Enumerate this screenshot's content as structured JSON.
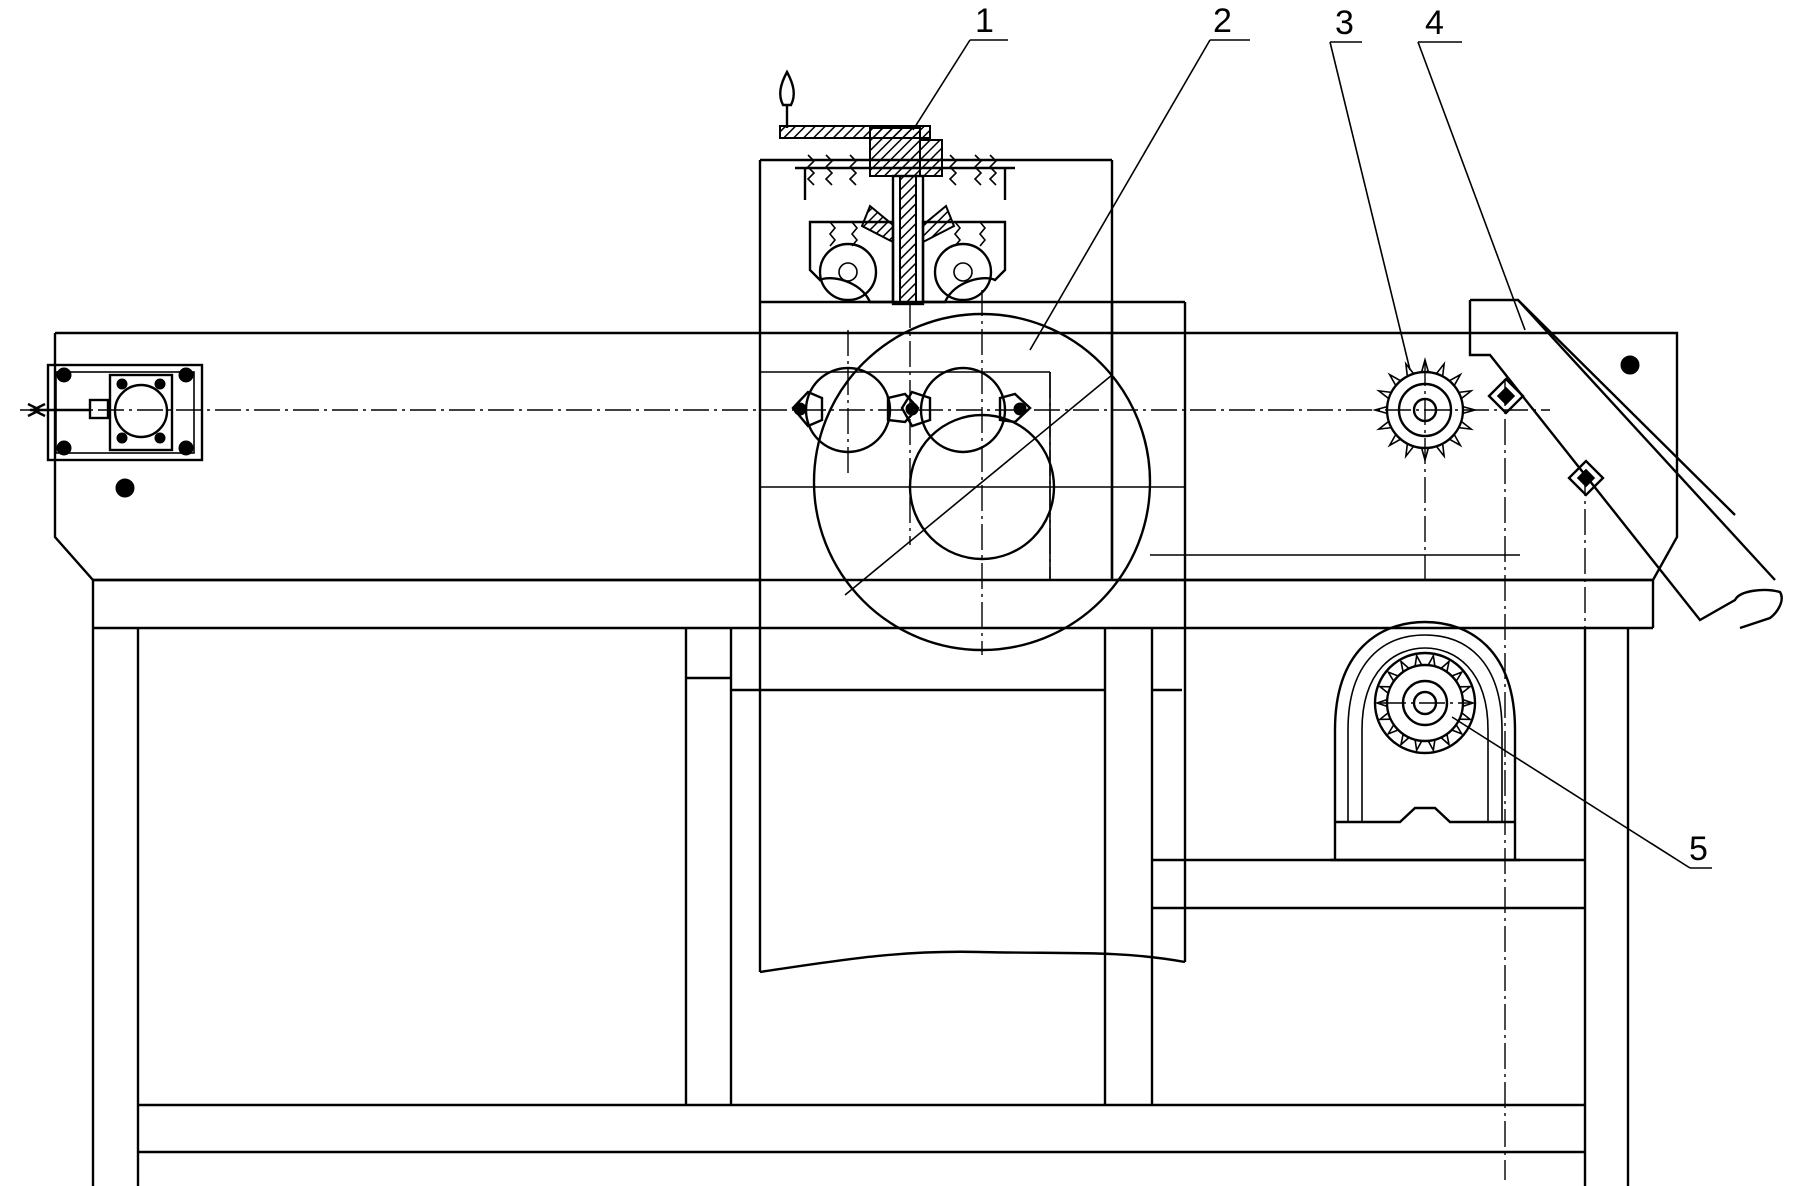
{
  "callouts": [
    {
      "id": "1",
      "text": "1"
    },
    {
      "id": "2",
      "text": "2"
    },
    {
      "id": "3",
      "text": "3"
    },
    {
      "id": "4",
      "text": "4"
    },
    {
      "id": "5",
      "text": "5"
    }
  ],
  "colors": {
    "ink": "#000000",
    "paper": "#ffffff"
  },
  "parts": [
    {
      "callout": "1",
      "icon": "adjusting-handwheel-icon"
    },
    {
      "callout": "2",
      "icon": "large-roller-icon"
    },
    {
      "callout": "3",
      "icon": "sprocket-icon"
    },
    {
      "callout": "4",
      "icon": "discharge-chute-icon"
    },
    {
      "callout": "5",
      "icon": "motor-reducer-sprocket-icon"
    }
  ]
}
